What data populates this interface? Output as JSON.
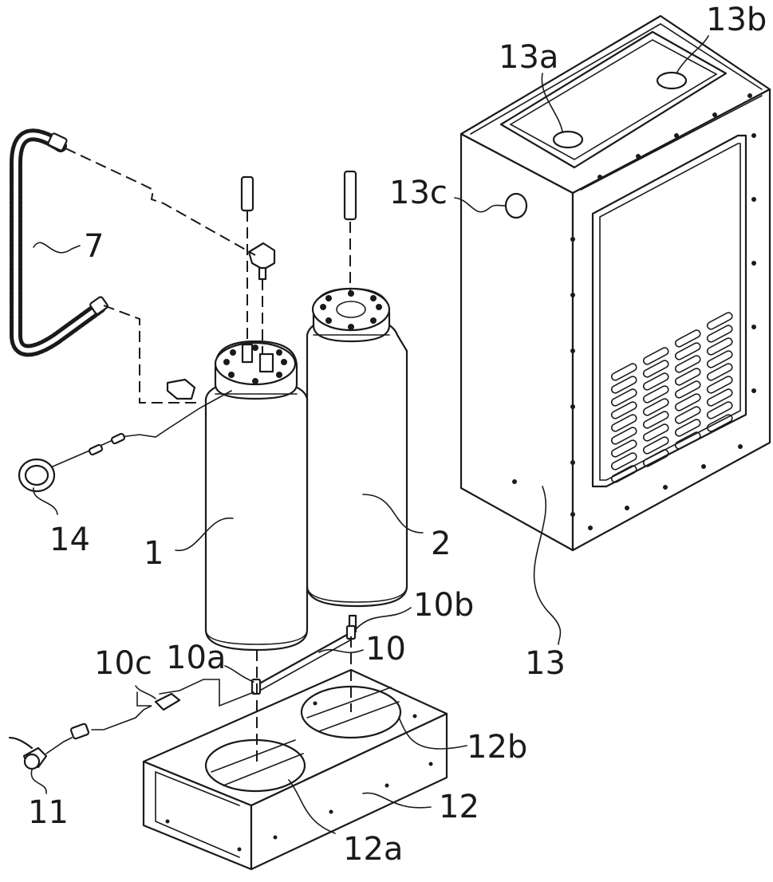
{
  "labels": {
    "hose": "7",
    "cylinder_1": "1",
    "cylinder_2": "2",
    "gauge": "14",
    "valve": "11",
    "pipe_10": "10",
    "pipe_10a": "10a",
    "pipe_10b": "10b",
    "pipe_10c": "10c",
    "base": "12",
    "base_12a": "12a",
    "base_12b": "12b",
    "cabinet": "13",
    "cabinet_13a": "13a",
    "cabinet_13b": "13b",
    "cabinet_13c": "13c"
  }
}
